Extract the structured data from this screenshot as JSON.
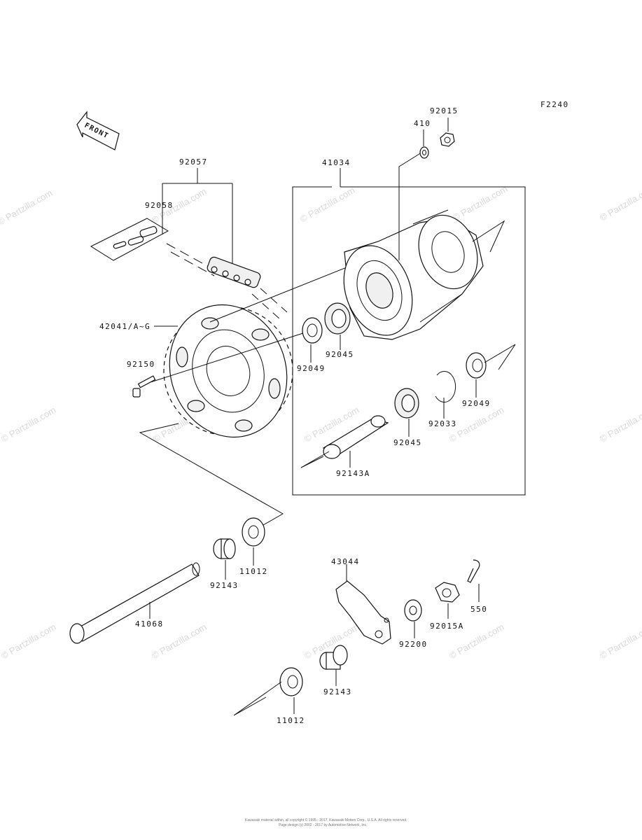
{
  "figure_code": "F2240",
  "front_arrow_label": "FRONT",
  "callouts": {
    "c92015_top": "92015",
    "c410": "410",
    "c41034": "41034",
    "c92057": "92057",
    "c92058": "92058",
    "c42041": "42041/A~G",
    "c92150": "92150",
    "c92049_left": "92049",
    "c92045_upper": "92045",
    "c92049_right": "92049",
    "c92033": "92033",
    "c92045_lower": "92045",
    "c92143a": "92143A",
    "c11012_upper": "11012",
    "c92143_upper": "92143",
    "c41068": "41068",
    "c43044": "43044",
    "c550": "550",
    "c92015a": "92015A",
    "c92200": "92200",
    "c92143_lower": "92143",
    "c11012_lower": "11012"
  },
  "watermark": "© Partzilla.com",
  "footer": {
    "line1": "Kawasaki material within, all copyright © 1995 - 2017, Kawasaki Motors Corp., U.S.A. All rights reserved.",
    "line2": "Page design (c) 2002 - 2017 by Automotive Network, Inc."
  }
}
